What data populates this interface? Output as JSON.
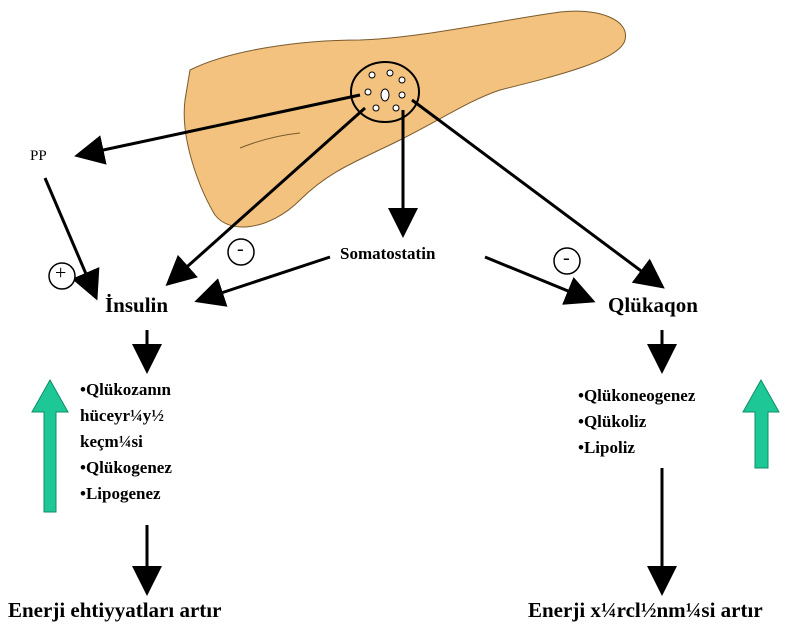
{
  "labels": {
    "pp": "PP",
    "somatostatin": "Somatostatin",
    "insulin": "İnsulin",
    "glucagon": "Qlükaqon",
    "plus": "+",
    "minus": "-",
    "bottom_left": "Enerji ehtiyyatları artır",
    "bottom_right": "Enerji x¼rcl½nm¼si artır"
  },
  "insulin_effects": [
    "•Qlükozanın",
    "hüceyr¼y½",
    "keçm¼si",
    "•Qlükogenez",
    "•Lipogenez"
  ],
  "glucagon_effects": [
    "•Qlükoneogenez",
    "•Qlükoliz",
    "•Lipoliz"
  ],
  "colors": {
    "pancreas": "#F2C27E",
    "pancreas_outline": "#7A5A2E",
    "arrow": "#000000",
    "up_arrow": "#1DC796"
  },
  "icons": [
    "pancreas-shape",
    "islet-cells",
    "up-arrow-icon"
  ]
}
